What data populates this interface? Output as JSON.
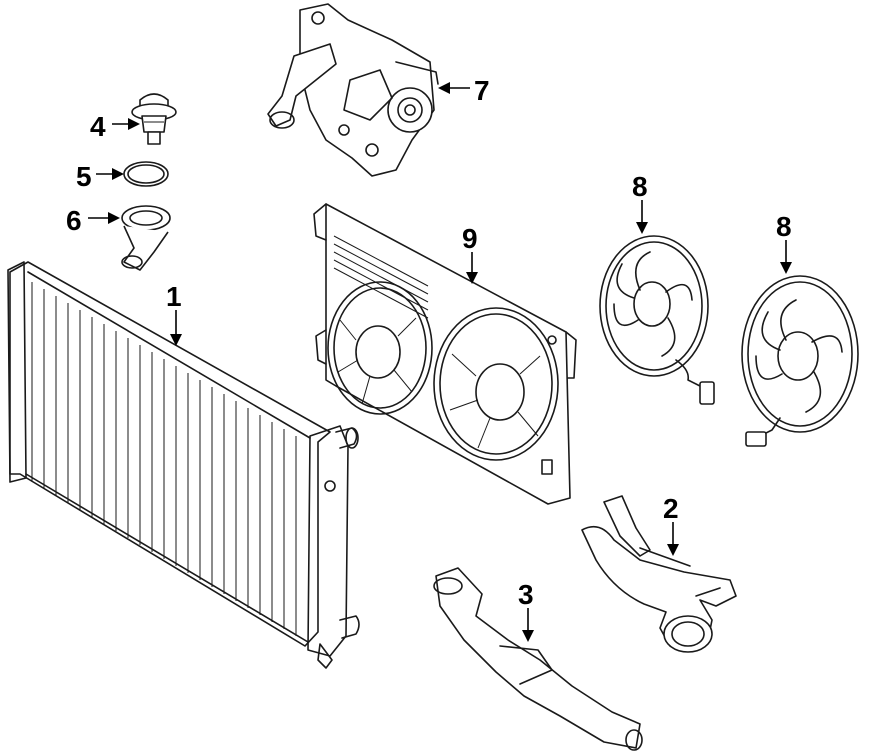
{
  "callouts": {
    "c1": "1",
    "c2": "2",
    "c3": "3",
    "c4": "4",
    "c5": "5",
    "c6": "6",
    "c7": "7",
    "c8a": "8",
    "c8b": "8",
    "c9": "9"
  },
  "colors": {
    "line": "#1a1a1a",
    "background": "#ffffff"
  }
}
